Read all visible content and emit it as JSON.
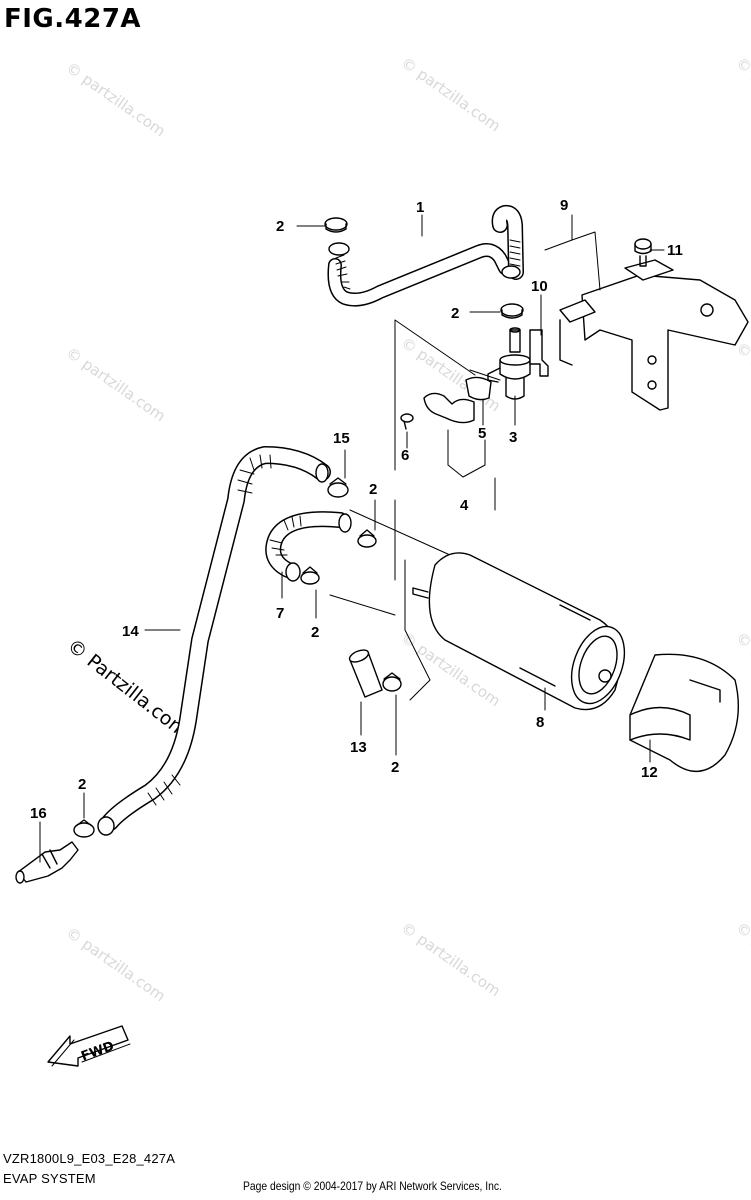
{
  "header": {
    "figure_title": "FIG.427A"
  },
  "watermark": {
    "text": "© Partzilla.com",
    "small_text": "© partzilla.com"
  },
  "callouts": [
    {
      "id": "c1",
      "label": "1"
    },
    {
      "id": "c2a",
      "label": "2"
    },
    {
      "id": "c2b",
      "label": "2"
    },
    {
      "id": "c2c",
      "label": "2"
    },
    {
      "id": "c2d",
      "label": "2"
    },
    {
      "id": "c2e",
      "label": "2"
    },
    {
      "id": "c2f",
      "label": "2"
    },
    {
      "id": "c3",
      "label": "3"
    },
    {
      "id": "c4",
      "label": "4"
    },
    {
      "id": "c5",
      "label": "5"
    },
    {
      "id": "c6",
      "label": "6"
    },
    {
      "id": "c7",
      "label": "7"
    },
    {
      "id": "c8",
      "label": "8"
    },
    {
      "id": "c9",
      "label": "9"
    },
    {
      "id": "c10",
      "label": "10"
    },
    {
      "id": "c11",
      "label": "11"
    },
    {
      "id": "c12",
      "label": "12"
    },
    {
      "id": "c13",
      "label": "13"
    },
    {
      "id": "c14",
      "label": "14"
    },
    {
      "id": "c15",
      "label": "15"
    },
    {
      "id": "c16",
      "label": "16"
    }
  ],
  "fwd_label": "FWD",
  "footer": {
    "model_code": "VZR1800L9_E03_E28_427A",
    "system_name": "EVAP SYSTEM",
    "credit": "Page design © 2004-2017 by ARI Network Services, Inc."
  }
}
